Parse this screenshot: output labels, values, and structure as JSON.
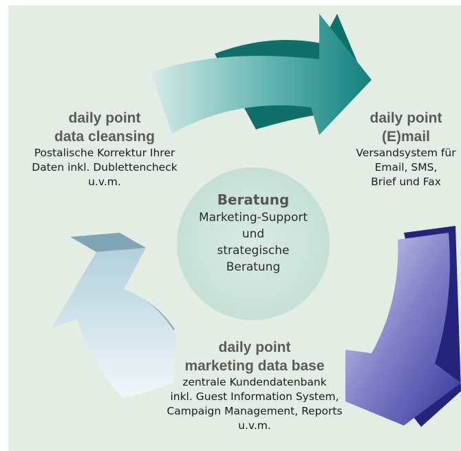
{
  "center": {
    "title": "Beratung",
    "lines": [
      "Marketing-Support",
      "und",
      "strategische",
      "Beratung"
    ]
  },
  "nodes": {
    "cleansing": {
      "title_lines": [
        "daily point",
        "data cleansing"
      ],
      "lines": [
        "Postalische Korrektur Ihrer",
        "Daten inkl. Dublettencheck",
        "u.v.m."
      ]
    },
    "email": {
      "title_lines": [
        "daily point",
        "(E)mail"
      ],
      "lines": [
        "Versandsystem für",
        "Email, SMS,",
        "Brief und Fax"
      ]
    },
    "database": {
      "title_lines": [
        "daily point",
        "marketing data base"
      ],
      "lines": [
        "zentrale Kundendatenbank",
        "inkl. Guest Information System,",
        "Campaign Management, Reports",
        "u.v.m."
      ]
    }
  },
  "colors": {
    "background": "#e4ede3",
    "center_circle": "#cfe5dc",
    "arrow_teal": "#1f8a86",
    "arrow_blue": "#4a4aa8",
    "arrow_lightblue": "#b9d7e0"
  }
}
